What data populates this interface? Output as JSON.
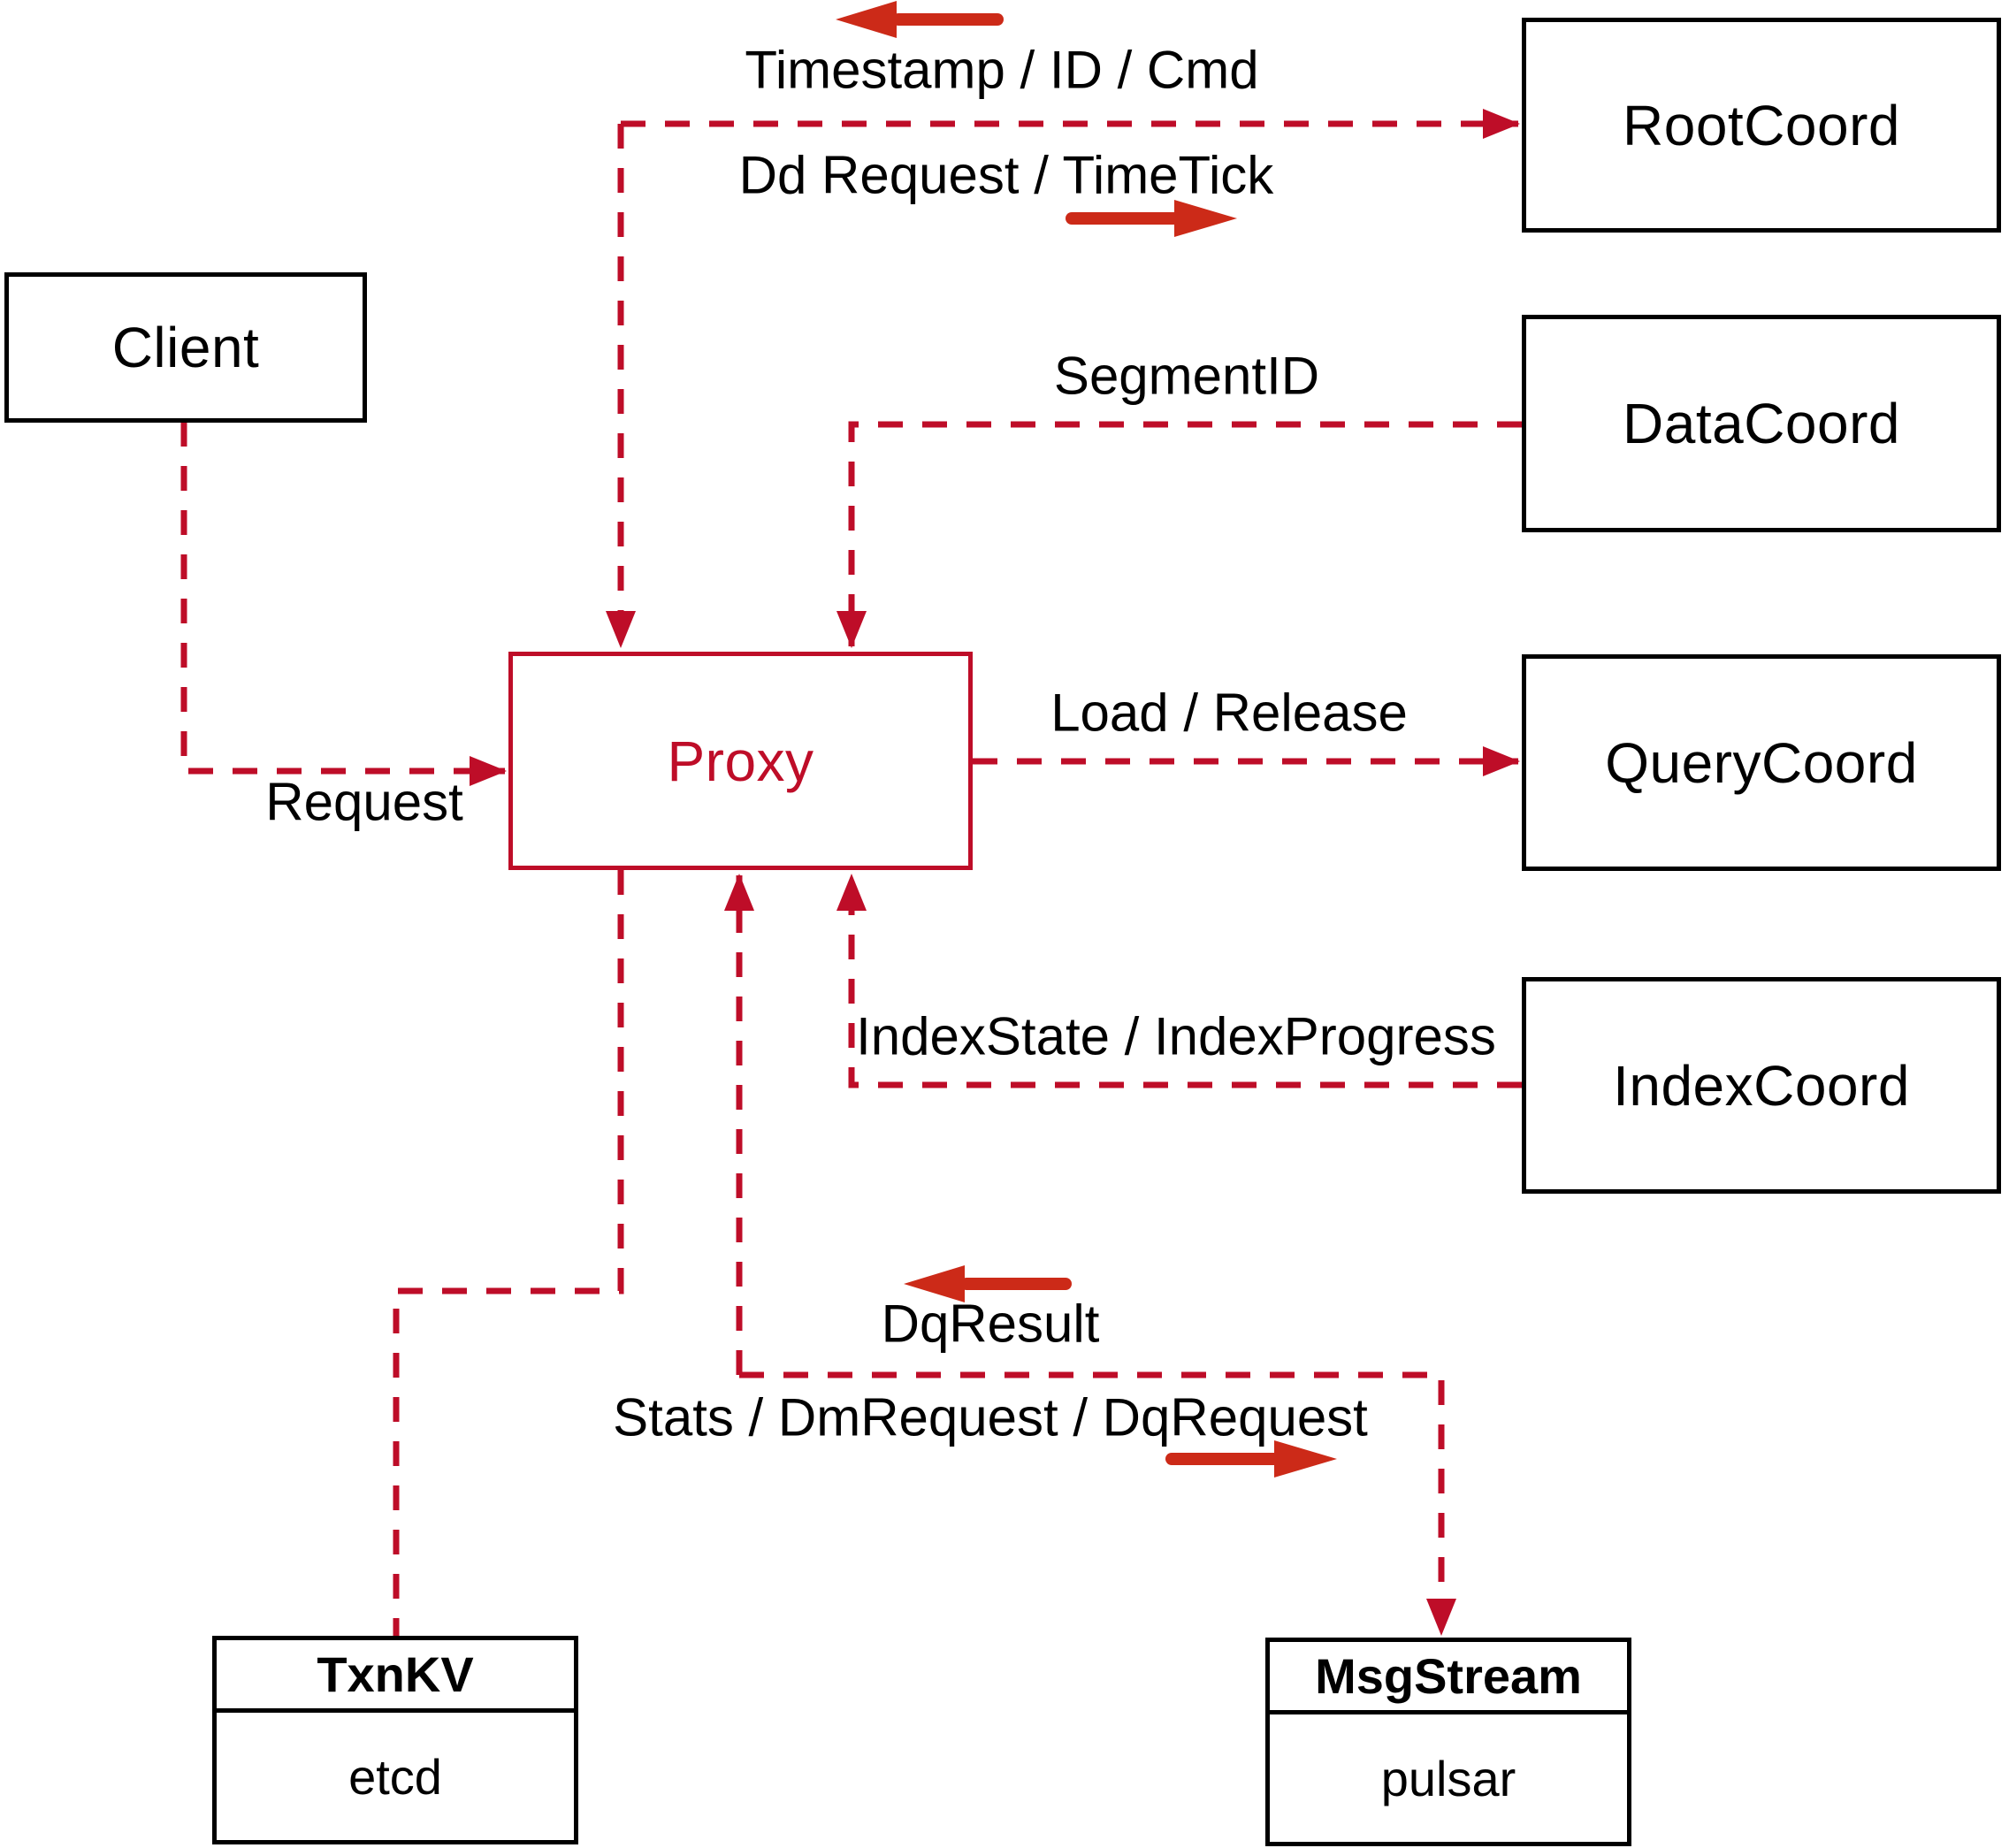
{
  "diagram": {
    "colors": {
      "connector_red": "#be0d28",
      "accent_arrow_red": "#cc2a18",
      "box_border_black": "#000000",
      "background": "#ffffff"
    },
    "nodes": {
      "client": {
        "label": "Client"
      },
      "proxy": {
        "label": "Proxy"
      },
      "root_coord": {
        "label": "RootCoord"
      },
      "data_coord": {
        "label": "DataCoord"
      },
      "query_coord": {
        "label": "QueryCoord"
      },
      "index_coord": {
        "label": "IndexCoord"
      },
      "txn_kv": {
        "title": "TxnKV",
        "subtitle": "etcd"
      },
      "msg_stream": {
        "title": "MsgStream",
        "subtitle": "pulsar"
      }
    },
    "edge_labels": {
      "timestamp_id_cmd": "Timestamp / ID / Cmd",
      "dd_request_timetick": "Dd Request / TimeTick",
      "segment_id": "SegmentID",
      "request": "Request",
      "load_release": "Load / Release",
      "index_state_progress": "IndexState / IndexProgress",
      "dq_result": "DqResult",
      "stats_dm_dq_request": "Stats / DmRequest / DqRequest"
    }
  }
}
